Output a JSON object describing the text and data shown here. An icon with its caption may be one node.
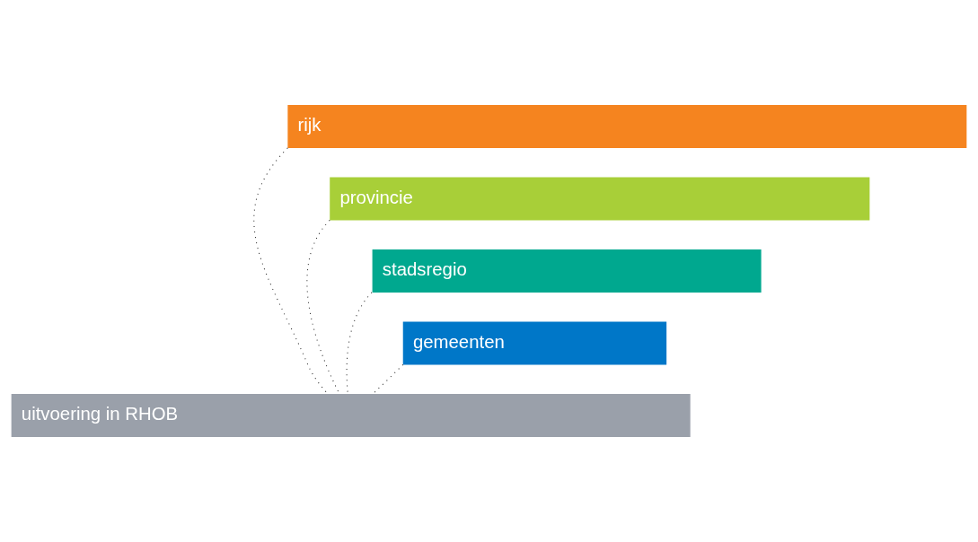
{
  "diagram": {
    "nodes": [
      {
        "text": [
          "rijk"
        ]
      },
      {
        "text": [
          "provincie"
        ]
      },
      {
        "text": [
          "stadsregio"
        ]
      },
      {
        "text": [
          "gemeenten"
        ]
      },
      {
        "text": [
          "uitvoering in RHOB"
        ]
      }
    ],
    "edges": [
      {
        "from": 0,
        "to": 4,
        "arrow": "none",
        "style": "dashed"
      },
      {
        "from": 1,
        "to": 4,
        "arrow": "none",
        "style": "dashed"
      },
      {
        "from": 2,
        "to": 4,
        "arrow": "none",
        "style": "dashed"
      },
      {
        "from": 3,
        "to": 4,
        "arrow": "none",
        "style": "dashed"
      }
    ]
  }
}
